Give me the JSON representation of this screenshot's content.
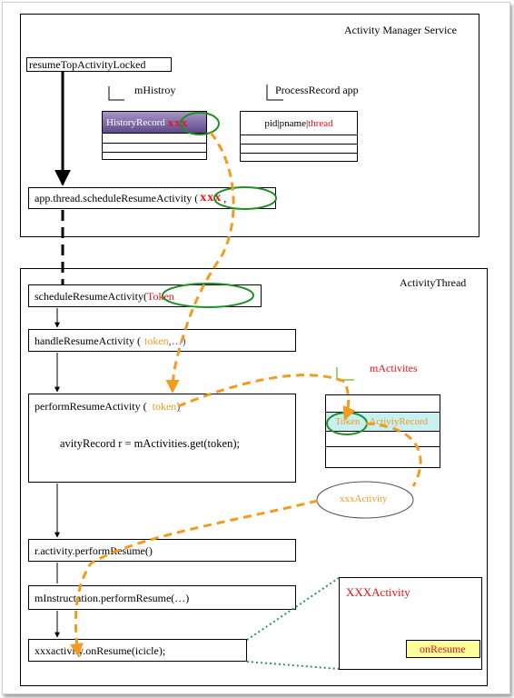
{
  "ams": {
    "title": "Activity Manager Service",
    "resume_top": "resumeTopActivityLocked",
    "mhistory": "mHistroy",
    "history_record": "HistoryRecord",
    "xxx": "xxx",
    "process_record": "ProcessRecord app",
    "pid": "pid",
    "sep": "|",
    "pname": "pname",
    "thread": "thread",
    "schedule_resume": "app.thread.scheduleResumeActivity (",
    "xxx2": "xxx",
    "tail": ","
  },
  "at": {
    "title": "ActivityThread",
    "schedule_resume": "scheduleResumeActivity(",
    "token_red": "Token",
    "handle_resume": "handleResumeActivity (",
    "handle_token": "token",
    "handle_rest": ",…)",
    "perform_resume": "performResumeActivity (",
    "perform_token": "token",
    "perform_close": ")",
    "get_line": "avityRecord r = mActivities.get(token);",
    "mactivites": "mActivites",
    "token_cell": "Token",
    "activity_record": "ActiviyRecord",
    "xxx_activity": "xxxActivity",
    "r_perform": "r.activity.performResume()",
    "minstr": "mInstructation.performResume(…)",
    "onresume_call": "xxxactivity.onResume(icicle);",
    "xxx_window": "XXXActivity",
    "onresume_label": "onResume"
  },
  "colors": {
    "orange": "#f39b1e",
    "red": "#e8141a",
    "green": "#1e8f22",
    "cyan": "#c6f0f2",
    "yellow": "#ffff99",
    "purple": "#6c5899",
    "teal": "#2f8f7c"
  }
}
